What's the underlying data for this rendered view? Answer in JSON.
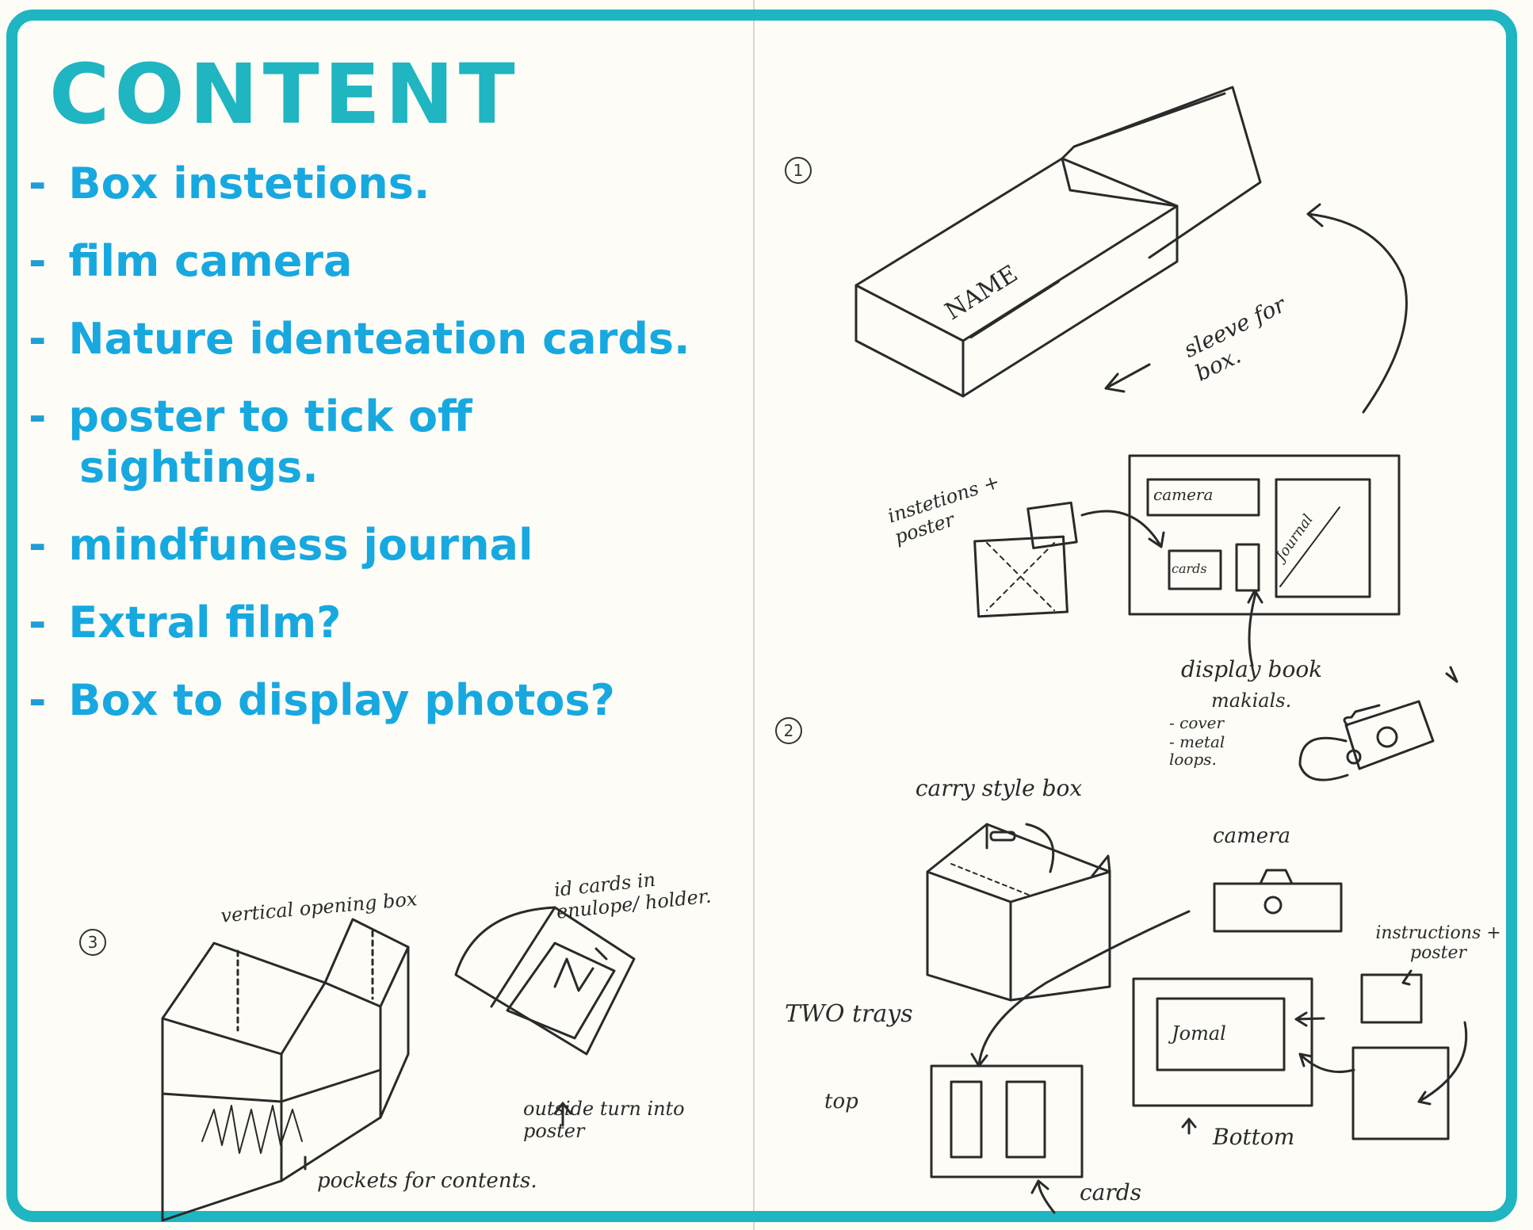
{
  "left_page": {
    "title": "CONTENT",
    "items": [
      {
        "dash": "-",
        "text": "Box instetions."
      },
      {
        "dash": "-",
        "text": "film camera"
      },
      {
        "dash": "-",
        "text": "Nature identeation cards."
      },
      {
        "dash": "-",
        "text": "poster to tick off sightings."
      },
      {
        "dash": "-",
        "text": "mindfuness journal"
      },
      {
        "dash": "-",
        "text": "Extral film?"
      },
      {
        "dash": "-",
        "text": "Box to display photos?"
      }
    ],
    "sketch3": {
      "number": "3",
      "label_top": "vertical opening box",
      "label_cards": "id cards in enulope/ holder.",
      "label_outside": "outside turn into poster",
      "label_pockets": "pockets for contents."
    }
  },
  "right_page": {
    "sketch1": {
      "number": "1",
      "name_label": "NAME",
      "sleeve_label": "sleeve for box.",
      "instructions_label": "instetions + poster",
      "camera_label": "camera",
      "cards_label": "cards",
      "journal_label": "Journal",
      "display_label": "display book",
      "materials_label": "makials.",
      "materials_list": [
        "- cover",
        "- metal loops."
      ]
    },
    "sketch2": {
      "number": "2",
      "carry_label": "carry style box",
      "camera_label": "camera",
      "instructions_label": "instructions + poster",
      "two_trays_label": "TWO trays",
      "journal_label": "Jomal",
      "top_label": "top",
      "bottom_label": "Bottom",
      "cards_label": "cards"
    }
  },
  "colors": {
    "frame": "#1fb5c1",
    "ink_blue": "#17a8e0",
    "ink_pen": "#2a2a2a"
  }
}
